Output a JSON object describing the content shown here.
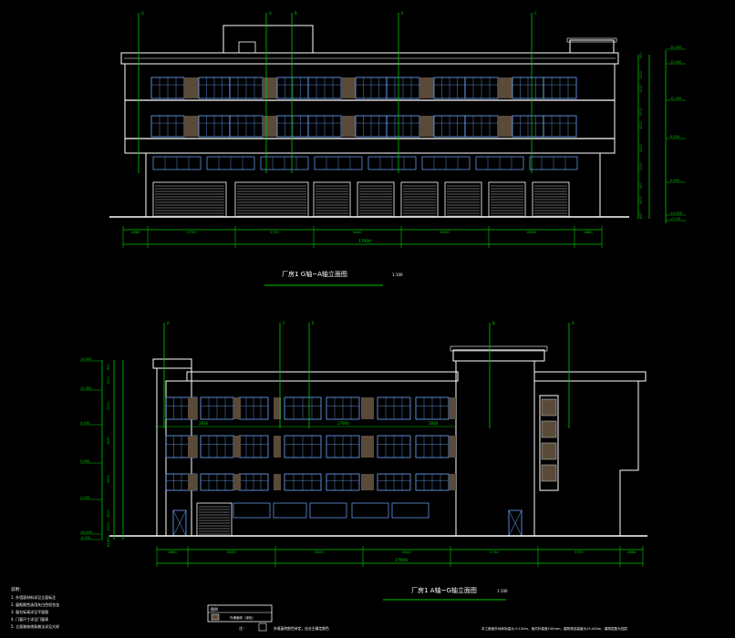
{
  "colors": {
    "background": "#000000",
    "outline": "#ffffff",
    "axis": "#00c800",
    "dimension": "#00c800",
    "window_frame": "#6fa8ff",
    "panel_brown": "#5a4a3a",
    "cyan_text": "#00e0e0"
  },
  "top_elevation": {
    "title": "厂房1 G轴~A轴立面图",
    "scale": "1:100",
    "axis_labels": [
      "G",
      "A",
      "B",
      "E",
      "C"
    ],
    "total_dimension": "17900",
    "bottom_dimensions": [
      "2860",
      "5750",
      "5750",
      "6000",
      "6000",
      "6000",
      "2880"
    ],
    "level_marks": [
      "15.000",
      "13.400",
      "12.300",
      "9.100",
      "5.900",
      "±0.000",
      "-0.150"
    ],
    "right_dimensions": [
      "900",
      "1000",
      "2000",
      "2000",
      "3200",
      "3200",
      "2000",
      "900",
      "4000",
      "600"
    ]
  },
  "bottom_elevation": {
    "title": "厂房1 A轴~G轴立面图",
    "scale": "1:100",
    "axis_labels": [
      "A",
      "C",
      "E",
      "B",
      "A",
      "G"
    ],
    "total_dimension": "17900",
    "bottom_dimensions": [
      "2860",
      "6000",
      "6000",
      "6000",
      "5750",
      "5750",
      "2880"
    ],
    "level_marks": [
      "15.000",
      "12.300",
      "9.100",
      "5.900",
      "2.700",
      "±0.000",
      "-0.150"
    ],
    "left_dimensions": [
      "900",
      "1000",
      "2000",
      "3200",
      "3200",
      "3200",
      "2000",
      "900",
      "600"
    ],
    "inline_dimensions": [
      "2830",
      "17900",
      "2830"
    ]
  },
  "notes": {
    "heading": "说明：",
    "lines": [
      "1. 外墙面材料详见立面标注",
      "2. 窗框颜色选用灰白色铝合金",
      "3. 窗台标高详见平面图",
      "4. 门窗尺寸详见门窗表",
      "5. 立面装饰线条做法详见大样"
    ]
  },
  "legend": {
    "heading": "图例",
    "item": "外墙面砖（深色）"
  },
  "footer_note_left": "注：",
  "footer_note_mid": "外墙面砖颜色待定，由业主确定颜色",
  "footer_note_right": "本工程室外地坪标高为-0.150m，室内外高差150mm，建筑物总高度为15.000m，建筑层数为四层"
}
